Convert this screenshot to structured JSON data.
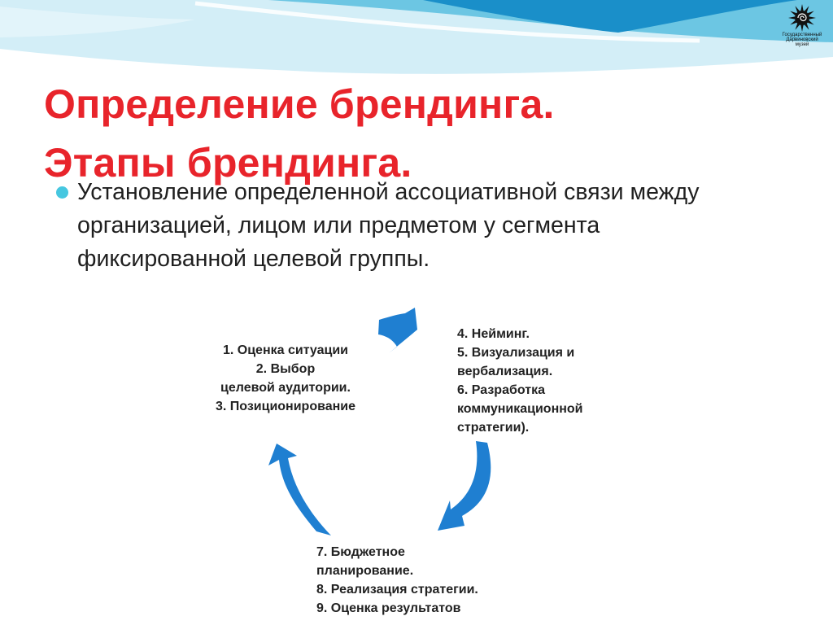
{
  "theme": {
    "title_color": "#e8242b",
    "bullet_color": "#46c7e0",
    "arrow_color": "#1f7fd1",
    "wave_dark": "#1a8fc9",
    "wave_mid": "#6cc6e3",
    "wave_light": "#d3eef7"
  },
  "logo": {
    "icon": "museum-sun-spiral-logo",
    "text": [
      "Государственный",
      "Дарвиновский",
      "музей"
    ]
  },
  "title": {
    "line1": "Определение брендинга.",
    "line2": "Этапы брендинга."
  },
  "bullet": {
    "text": "Установление определенной ассоциативной связи между организацией, лицом или предметом у сегмента фиксированной целевой группы."
  },
  "cycle": {
    "stage_1": [
      "1.     Оценка ситуации",
      "2.     Выбор",
      "целевой аудитории.",
      "3. Позиционирование"
    ],
    "stage_2": [
      "4. Нейминг.",
      "5. Визуализация и",
      "вербализация.",
      "6. Разработка",
      "коммуникационной",
      "стратегии)."
    ],
    "stage_3": [
      "7. Бюджетное",
      "планирование.",
      "8. Реализация стратегии.",
      "9. Оценка результатов"
    ]
  }
}
